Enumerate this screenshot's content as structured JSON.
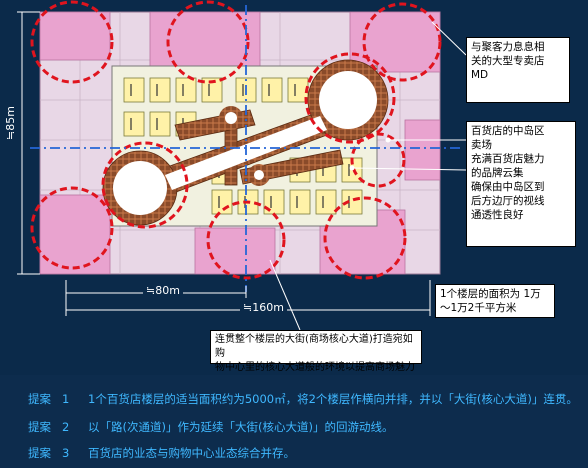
{
  "diagram": {
    "dimensions": {
      "height": "≒85m",
      "width_half": "≒80m",
      "width_full": "≒160m"
    },
    "callouts": {
      "md": "与聚客力息息相\n关的大型专卖店\nMD",
      "central": "百货店的中岛区\n卖场\n充满百货店魅力\n的品牌云集\n确保由中岛区到\n后方边厅的视线\n通透性良好",
      "area": "1个楼层的面积为 1万\n～1万2千平方米",
      "avenue": "连贯整个楼层的大街(商场核心大道)打造宛如购\n物中心里的核心大道般的环境以提高商场魅力"
    },
    "colors": {
      "background": "#0b2a4a",
      "pink_zone": "#e9a3cf",
      "light_pink": "#e8d7e6",
      "floor": "#f1f1e0",
      "shop": "#fff2a8",
      "avenue": "#8a4b2a",
      "red_dashed": "#e0141e",
      "axis_blue": "#2566d6",
      "proposal_text": "#3fb8ff"
    }
  },
  "proposals": [
    {
      "tag": "提案",
      "num": "1",
      "text": "1个百货店楼层的适当面积约为5000㎡，将2个楼层作横向并排，并以「大街(核心大道)」连贯。"
    },
    {
      "tag": "提案",
      "num": "2",
      "text": "以「路(次通道)」作为延续「大街(核心大道)」的回游动线。"
    },
    {
      "tag": "提案",
      "num": "3",
      "text": "百货店的业态与购物中心业态综合并存。"
    }
  ]
}
